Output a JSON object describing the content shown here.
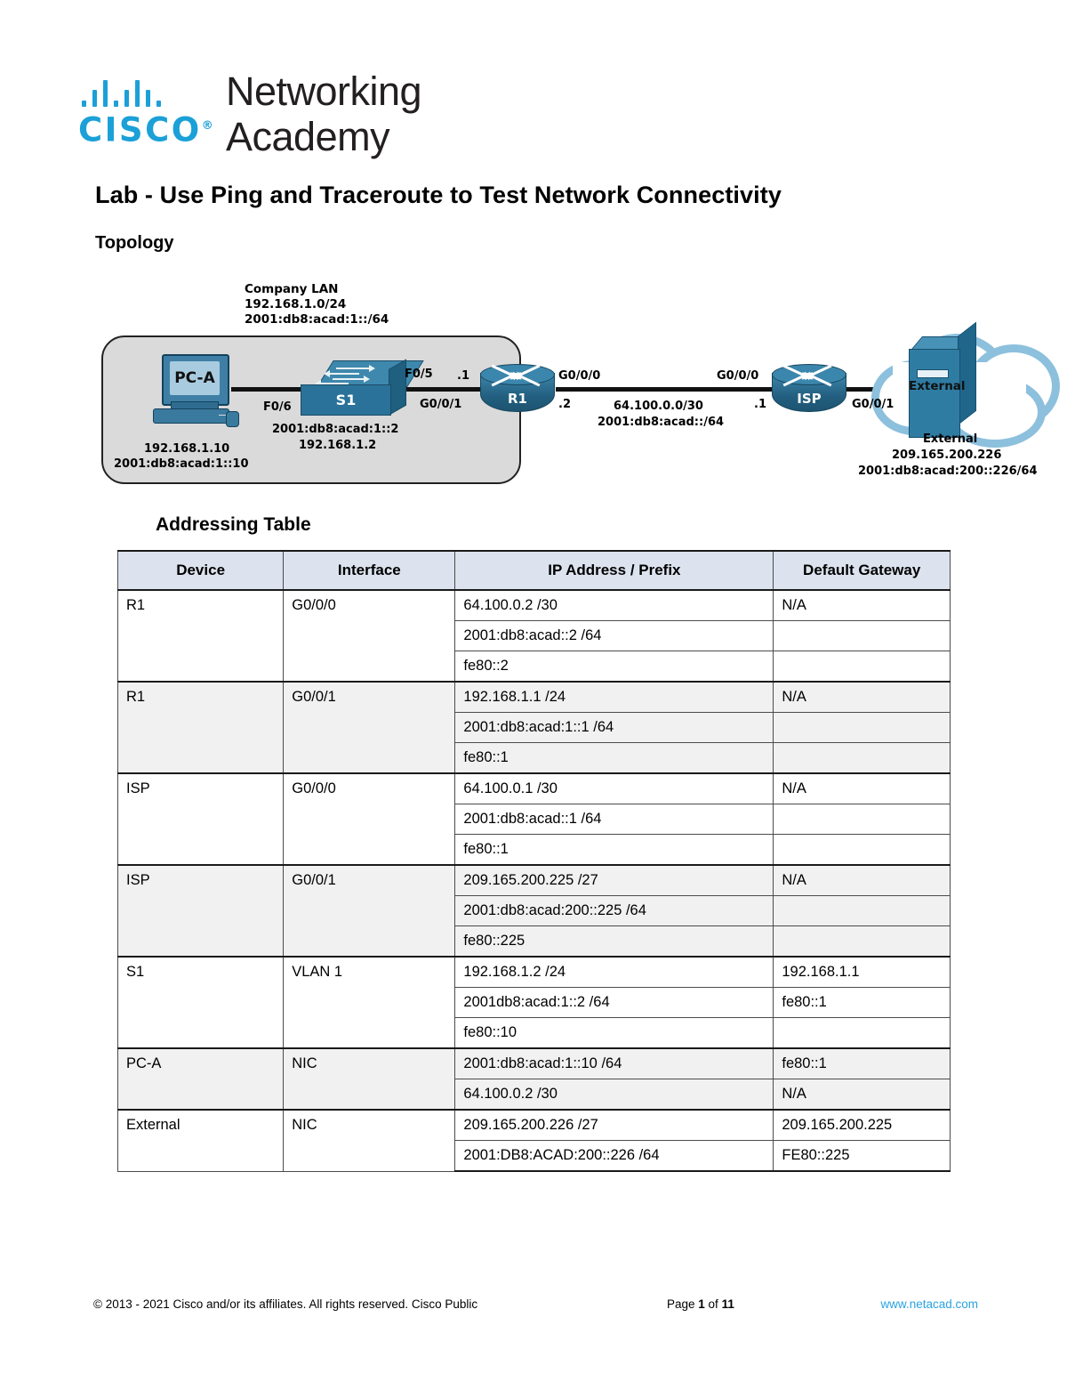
{
  "brand": {
    "cisco_wordmark": "CISCO",
    "line1": "Networking",
    "line2": "Academy"
  },
  "document": {
    "title": "Lab - Use Ping and Traceroute to Test Network Connectivity",
    "section_heading": "Topology",
    "table_heading": "Addressing Table"
  },
  "topology": {
    "lan_label": "Company LAN\n192.168.1.0/24\n2001:db8:acad:1::/64",
    "lan_name": "Company LAN",
    "lan_ipv4": "192.168.1.0/24",
    "lan_ipv6": "2001:db8:acad:1::/64",
    "pc": {
      "name": "PC-A",
      "ipv4": "192.168.1.10",
      "ipv6": "2001:db8:acad:1::10",
      "port": "F0/6"
    },
    "switch": {
      "name": "S1",
      "uplink_port": "F0/5",
      "ipv6": "2001:db8:acad:1::2",
      "ipv4": "192.168.1.2"
    },
    "r1": {
      "name": "R1",
      "lan_port": "G0/0/1",
      "lan_octet": ".1",
      "wan_port": "G0/0/0",
      "wan_octet": ".2"
    },
    "wan_link": {
      "ipv4": "64.100.0.0/30",
      "ipv6": "2001:db8:acad::/64"
    },
    "isp": {
      "name": "ISP",
      "wan_port": "G0/0/0",
      "wan_octet": ".1",
      "lan_port": "G0/0/1"
    },
    "server": {
      "name": "External",
      "badge": "External",
      "ipv4": "209.165.200.226",
      "ipv6": "2001:db8:acad:200::226/64"
    },
    "colors": {
      "device_blue": "#2f7ca3",
      "cloud_outline": "#8cc0dd",
      "lan_fill": "#dadada"
    }
  },
  "addressing_table": {
    "headers": [
      "Device",
      "Interface",
      "IP Address / Prefix",
      "Default Gateway"
    ],
    "groups": [
      {
        "device": "R1",
        "interface": "G0/0/0",
        "shaded": false,
        "rows": [
          {
            "ip": "64.100.0.2 /30",
            "gateway": "N/A"
          },
          {
            "ip": "2001:db8:acad::2 /64",
            "gateway": ""
          },
          {
            "ip": "fe80::2",
            "gateway": ""
          }
        ]
      },
      {
        "device": "R1",
        "interface": "G0/0/1",
        "shaded": true,
        "rows": [
          {
            "ip": "192.168.1.1 /24",
            "gateway": "N/A"
          },
          {
            "ip": "2001:db8:acad:1::1 /64",
            "gateway": ""
          },
          {
            "ip": "fe80::1",
            "gateway": ""
          }
        ]
      },
      {
        "device": "ISP",
        "interface": "G0/0/0",
        "shaded": false,
        "rows": [
          {
            "ip": "64.100.0.1 /30",
            "gateway": "N/A"
          },
          {
            "ip": "2001:db8:acad::1 /64",
            "gateway": ""
          },
          {
            "ip": "fe80::1",
            "gateway": ""
          }
        ]
      },
      {
        "device": "ISP",
        "interface": "G0/0/1",
        "shaded": true,
        "rows": [
          {
            "ip": "209.165.200.225 /27",
            "gateway": "N/A"
          },
          {
            "ip": "2001:db8:acad:200::225 /64",
            "gateway": ""
          },
          {
            "ip": "fe80::225",
            "gateway": ""
          }
        ]
      },
      {
        "device": "S1",
        "interface": "VLAN 1",
        "shaded": false,
        "rows": [
          {
            "ip": "192.168.1.2 /24",
            "gateway": "192.168.1.1"
          },
          {
            "ip": "2001db8:acad:1::2 /64",
            "gateway": "fe80::1"
          },
          {
            "ip": "fe80::10",
            "gateway": ""
          }
        ]
      },
      {
        "device": "PC-A",
        "interface": "NIC",
        "shaded": true,
        "rows": [
          {
            "ip": "2001:db8:acad:1::10 /64",
            "gateway": "fe80::1"
          },
          {
            "ip": "64.100.0.2 /30",
            "gateway": "N/A"
          }
        ]
      },
      {
        "device": "External",
        "interface": "NIC",
        "shaded": false,
        "rows": [
          {
            "ip": "209.165.200.226 /27",
            "gateway": "209.165.200.225"
          },
          {
            "ip": "2001:DB8:ACAD:200::226 /64",
            "gateway": "FE80::225"
          }
        ]
      }
    ]
  },
  "footer": {
    "copyright": "© 2013 - 2021 Cisco and/or its affiliates. All rights reserved. Cisco Public",
    "page_prefix": "Page ",
    "page_number": "1",
    "page_middle": " of ",
    "page_total": "11",
    "link": "www.netacad.com",
    "link_color": "#2aa3df"
  }
}
